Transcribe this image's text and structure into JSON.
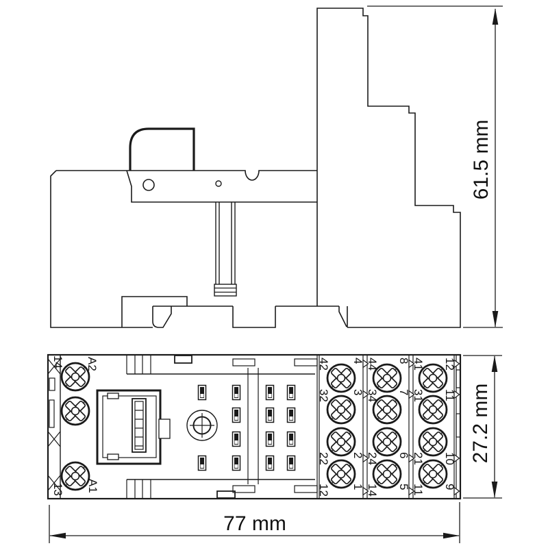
{
  "dimensions": {
    "height": "61.5 mm",
    "depth": "27.2 mm",
    "width": "77 mm"
  },
  "coil": {
    "t14": "14",
    "a2": "A2",
    "t13": "13",
    "a1": "A1"
  },
  "blocks": [
    {
      "left": [
        "42",
        "32",
        "22",
        "12"
      ],
      "right": [
        "4",
        "3",
        "2",
        "1"
      ]
    },
    {
      "left": [
        "44",
        "34",
        "24",
        "14"
      ],
      "right": [
        "8",
        "7",
        "6",
        "5"
      ]
    },
    {
      "left": [
        "41",
        "31",
        "21",
        "11"
      ],
      "right": [
        "12",
        "11",
        "10",
        "9"
      ]
    }
  ]
}
